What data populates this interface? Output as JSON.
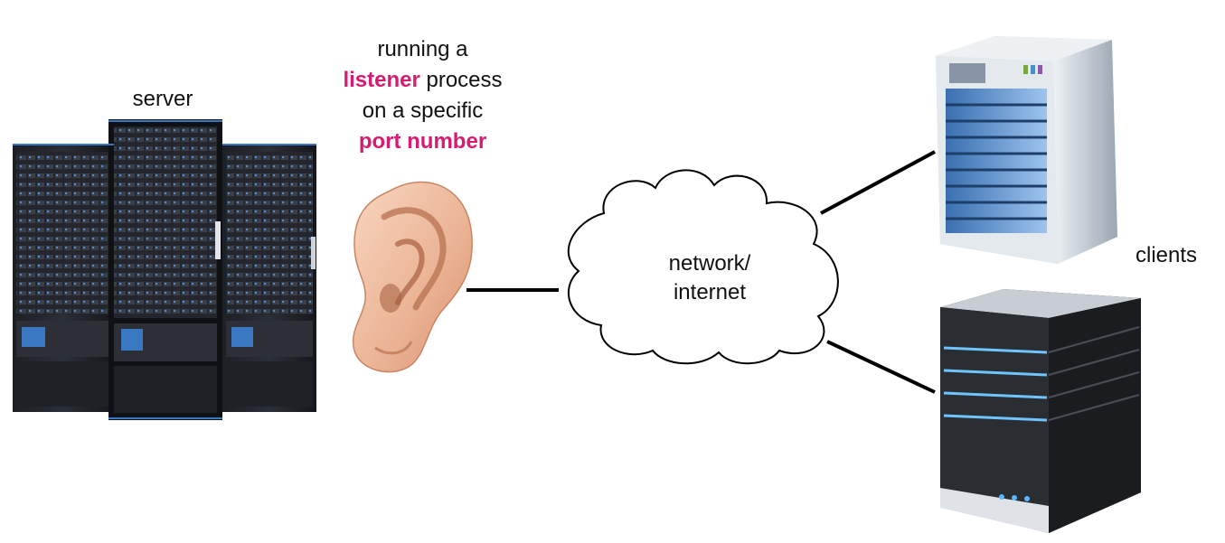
{
  "labels": {
    "server": "server",
    "clients": "clients",
    "network_line1": "network/",
    "network_line2": "internet",
    "listener_line1": "running a",
    "listener_line2_highlight": "listener",
    "listener_line2_rest": " process",
    "listener_line3": "on a specific",
    "listener_line4_highlight": "port number"
  },
  "colors": {
    "highlight": "#d81b71",
    "line": "#000000"
  },
  "icons": [
    "server-rack-icon",
    "ear-icon",
    "cloud-icon",
    "client-tower-icon"
  ]
}
